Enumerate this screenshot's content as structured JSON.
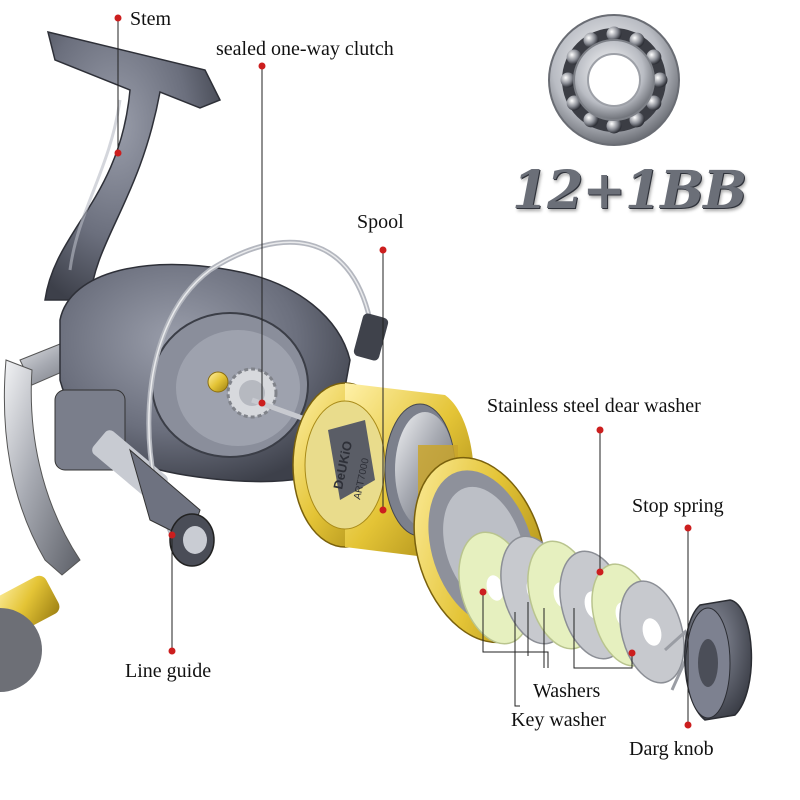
{
  "bearing_count": "12+1BB",
  "labels": {
    "stem": "Stem",
    "clutch": "sealed  one-way clutch",
    "spool": "Spool",
    "washer": "Stainless steel dear washer",
    "stop_spring": "Stop  spring",
    "line_guide": "Line guide",
    "washers": "Washers",
    "key_washer": "Key washer",
    "drag_knob": "Darg knob"
  },
  "spool_brand": "DeUKiO",
  "spool_model": "ART7000",
  "colors": {
    "body": "#6b6f7d",
    "gold": "#e4c436",
    "felt": "#e6f0bf",
    "marker": "#cc1e1e",
    "leader": "#222222"
  }
}
